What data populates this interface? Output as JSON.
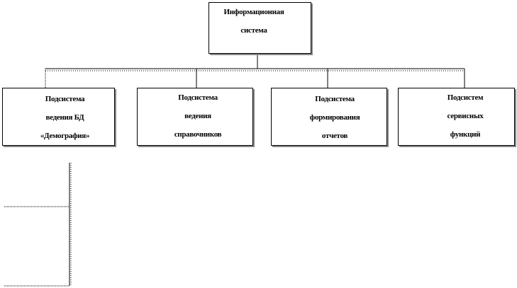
{
  "root": {
    "label": "Информационная\nсистема"
  },
  "subsystems": [
    {
      "label": "Подсистема\nведения БД\n«Демография»"
    },
    {
      "label": "Подсистема\nведения\nсправочников"
    },
    {
      "label": "Подсистема\nформирования\nотчетов"
    },
    {
      "label": "Подсистем\nсервисных\nфункций"
    }
  ],
  "colors": {
    "border": "#000000",
    "shadow": "#8a8a8a",
    "background": "#ffffff"
  }
}
